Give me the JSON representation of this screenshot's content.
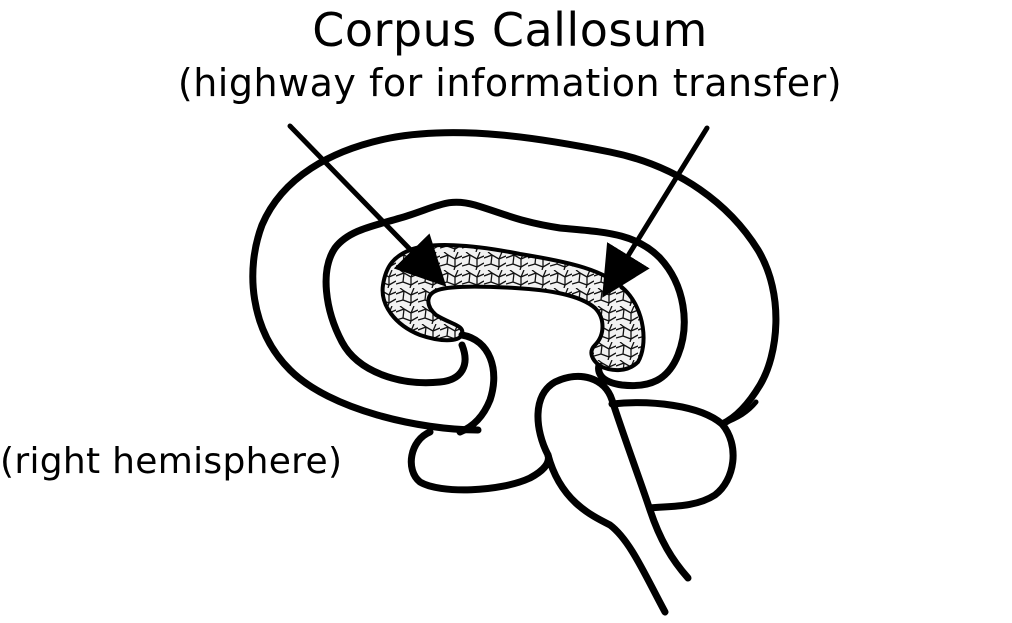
{
  "diagram": {
    "title": "Corpus Callosum",
    "subtitle": "(highway for information transfer)",
    "side_label": "(right hemisphere)",
    "colors": {
      "line": "#000000",
      "background": "#ffffff",
      "texture_fill": "#d8d8d8"
    },
    "structures": [
      {
        "id": "cerebrum-outline",
        "name": "Cerebral hemisphere outline"
      },
      {
        "id": "cingulate-gyrus",
        "name": "Inner gyrus outline"
      },
      {
        "id": "corpus-callosum",
        "name": "Corpus callosum"
      },
      {
        "id": "brainstem",
        "name": "Brainstem"
      },
      {
        "id": "cerebellum",
        "name": "Cerebellum"
      },
      {
        "id": "temporal-lobe",
        "name": "Temporal lobe"
      }
    ],
    "arrows": [
      {
        "id": "arrow-left",
        "points_to": "corpus-callosum"
      },
      {
        "id": "arrow-right",
        "points_to": "corpus-callosum"
      }
    ]
  }
}
